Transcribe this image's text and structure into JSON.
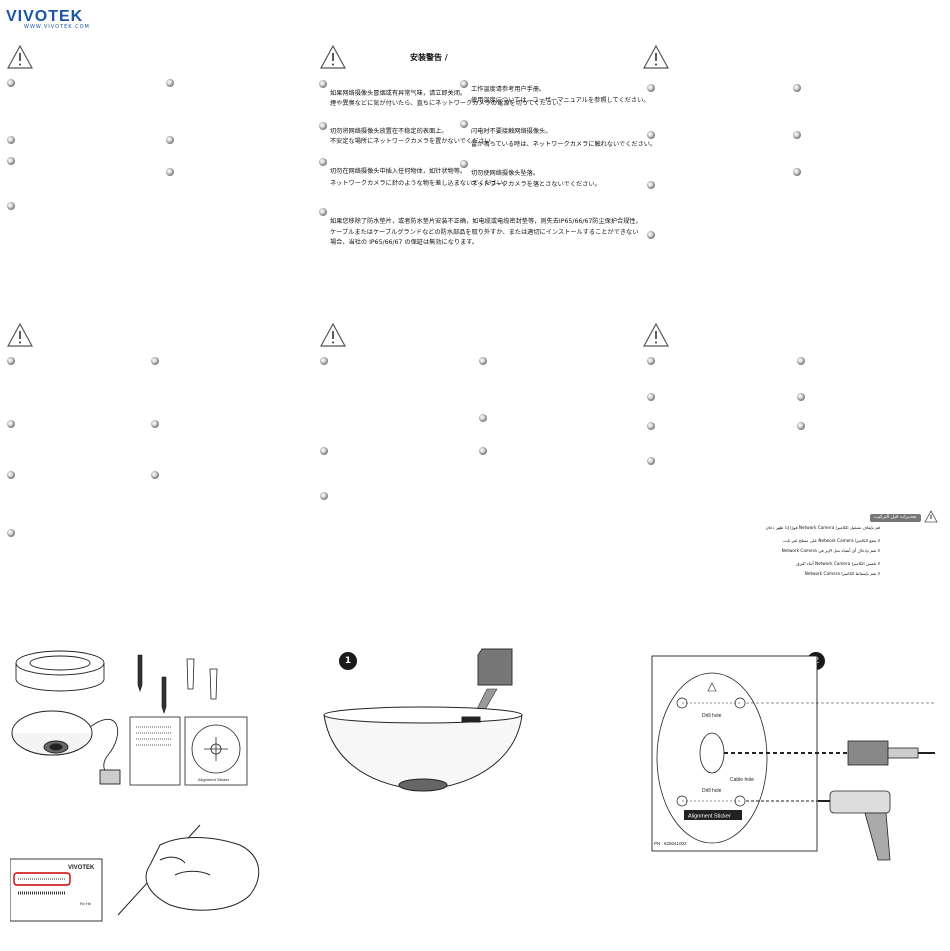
{
  "brand": {
    "name": "VIVOTEK",
    "url": "WWW.VIVOTEK.COM"
  },
  "sections": {
    "zh_title": "安装警告 /",
    "zh_items": [
      {
        "cn": "如果网络摄像头冒烟或有异常气味，请立即关闭。",
        "jp": "煙や異臭などに気が付いたら、直ちにネットワークカメラの電源を切ってください。"
      },
      {
        "cn": "切勿将网络摄像头放置在不稳定的表面上。",
        "jp": "不安定な場所にネットワークカメラを置かないでください。"
      },
      {
        "cn": "切勿在网络摄像头中插入任何物体，如针状物等。",
        "jp": "ネットワークカメラに針のような物を差し込まないでください。"
      },
      {
        "cn": "工作温度请参考用户手册。",
        "jp": "使用温度については、ユーザーマニュアルを参照してください。"
      },
      {
        "cn": "闪电时不要接触网络摄像头。",
        "jp": "雷が鳴っている時は、ネットワークカメラに触れないでください。"
      },
      {
        "cn": "切勿使网络摄像头坠落。",
        "jp": "ネットワークカメラを落とさないでください。"
      }
    ],
    "zh_wide": {
      "cn": "如果您移除了防水垫片，或者防水垫片安装不正确，如电缆或电缆密封垫等，则失去IP65/66/67防尘保护合规性。",
      "jp1": "ケーブルまたはケーブルグランドなどの防水部品を取り外すか、または適切にインストールすることができない",
      "jp2": "場合、当社の IP65/66/67 の保証は無効になります。"
    },
    "arabic": {
      "head": "تحذيرات قبل التركيب",
      "items": [
        "قم بإيقاف تشغيل الكاميرا Network Camera فورًا إذا ظهر دخان",
        "لا تضع الكاميرا Network Camera على سطح غير ثابت",
        "لا تقم بإدخال أي أشياء مثل الإبر في Network Camera",
        "لا تلمس الكاميرا Network Camera أثناء البرق",
        "لا تقم بإسقاط الكاميرا Network Camera"
      ]
    }
  },
  "steps": {
    "step1_badge": "1",
    "step2_badge": "2",
    "label_brand": "VIVOTEK",
    "label_model": "Rx Hk",
    "sticker": {
      "drill_hole": "Drill hole",
      "cable_hole": "Cable hole",
      "title": "Alignment Sticker",
      "pn": "PN : 625041002"
    },
    "mini_sticker_title": "Alignment Sticker"
  }
}
